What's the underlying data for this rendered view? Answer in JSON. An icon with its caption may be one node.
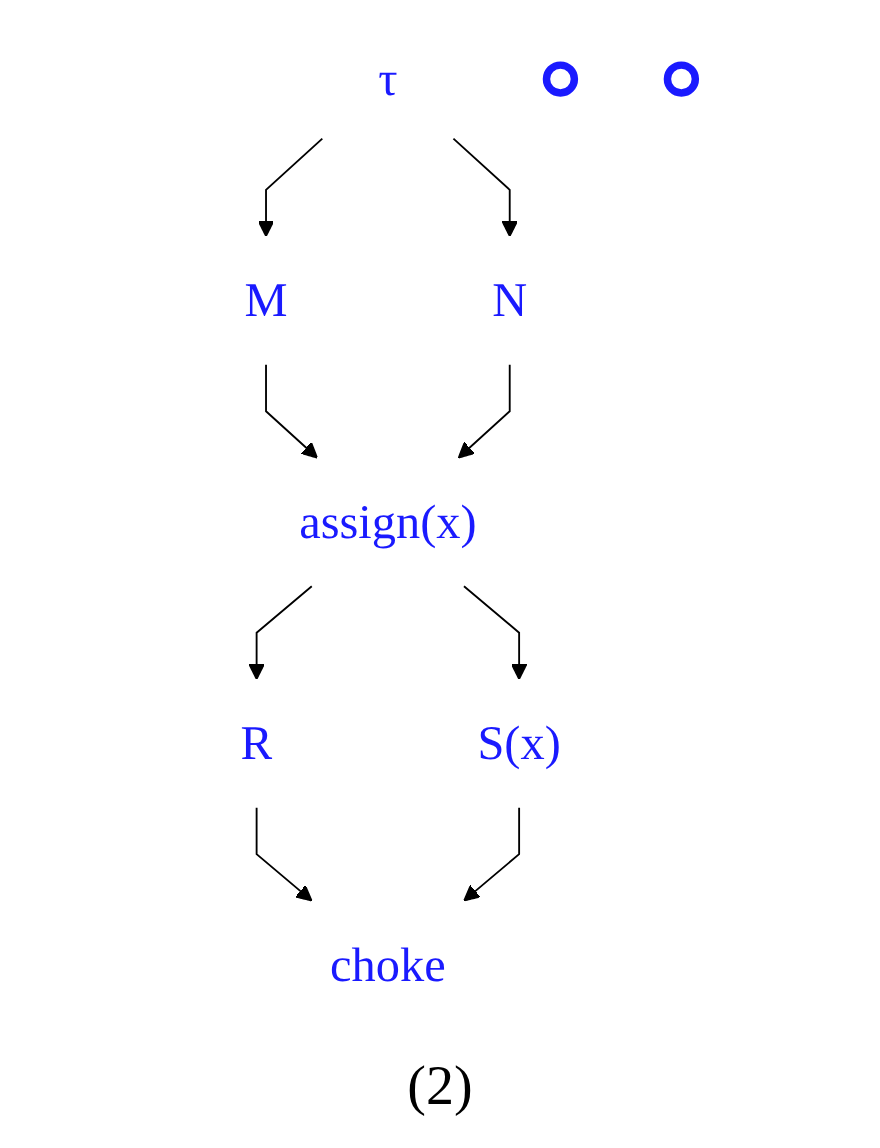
{
  "diagram": {
    "caption": "(2)",
    "nodes": [
      {
        "text": [
          "τ"
        ]
      },
      {
        "text": [],
        "shape": "circle"
      },
      {
        "text": [
          "M"
        ]
      },
      {
        "text": [
          "N"
        ]
      },
      {
        "text": [],
        "shape": "circle"
      },
      {
        "text": [
          "assign(x)"
        ]
      },
      {
        "text": [
          "R"
        ]
      },
      {
        "text": [
          "S(x)"
        ]
      },
      {
        "text": [
          "choke"
        ]
      }
    ],
    "edges": [
      {
        "from": 0,
        "to": 2,
        "arrow": "to"
      },
      {
        "from": 0,
        "to": 3,
        "arrow": "to"
      },
      {
        "from": 2,
        "to": 5,
        "arrow": "to"
      },
      {
        "from": 3,
        "to": 5,
        "arrow": "to"
      },
      {
        "from": 5,
        "to": 6,
        "arrow": "to"
      },
      {
        "from": 5,
        "to": 7,
        "arrow": "to"
      },
      {
        "from": 6,
        "to": 8,
        "arrow": "to"
      },
      {
        "from": 7,
        "to": 8,
        "arrow": "to"
      }
    ]
  }
}
